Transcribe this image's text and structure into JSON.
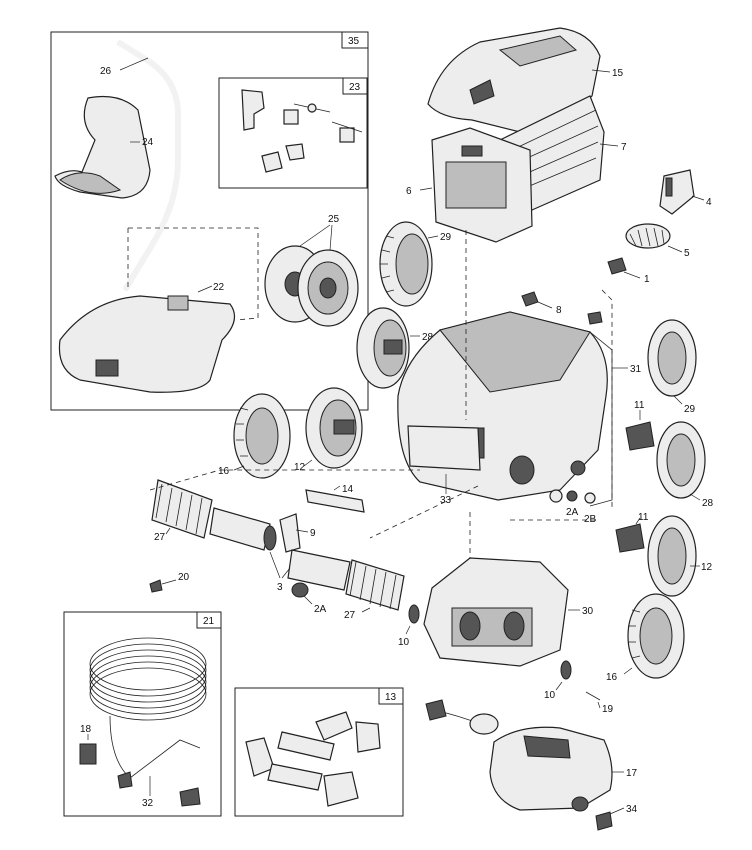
{
  "labels": {
    "l1": "1",
    "l2a": "2A",
    "l2a_b": "2A",
    "l2b": "2B",
    "l3": "3",
    "l4": "4",
    "l5": "5",
    "l6": "6",
    "l7": "7",
    "l8": "8",
    "l9": "9",
    "l10a": "10",
    "l10b": "10",
    "l11a": "11",
    "l11b": "11",
    "l12a": "12",
    "l12b": "12",
    "l13": "13",
    "l14": "14",
    "l15": "15",
    "l16a": "16",
    "l16b": "16",
    "l17": "17",
    "l18": "18",
    "l19": "19",
    "l20": "20",
    "l21": "21",
    "l22": "22",
    "l23": "23",
    "l24": "24",
    "l25": "25",
    "l26": "26",
    "l27a": "27",
    "l27b": "27",
    "l28a": "28",
    "l28b": "28",
    "l29a": "29",
    "l29b": "29",
    "l30": "30",
    "l31": "31",
    "l32": "32",
    "l33": "33",
    "l34": "34",
    "l35": "35"
  }
}
